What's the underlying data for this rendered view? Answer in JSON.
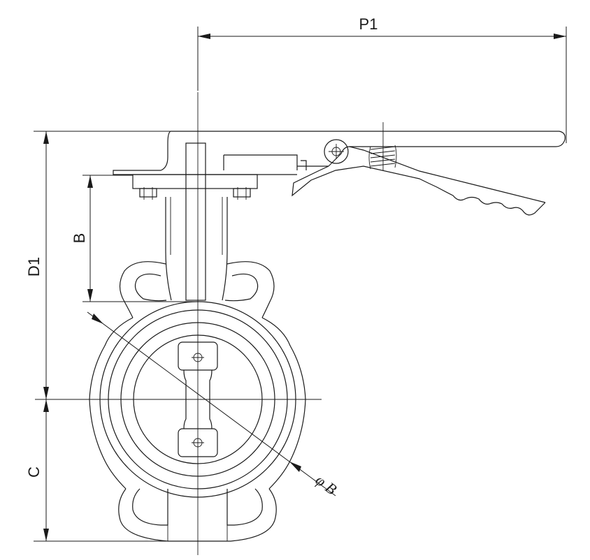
{
  "labels": {
    "p1": "P1",
    "d1": "D1",
    "b": "B",
    "c": "C",
    "phi_b": "φ B"
  },
  "icons": [
    "butterfly-valve-drawing"
  ]
}
